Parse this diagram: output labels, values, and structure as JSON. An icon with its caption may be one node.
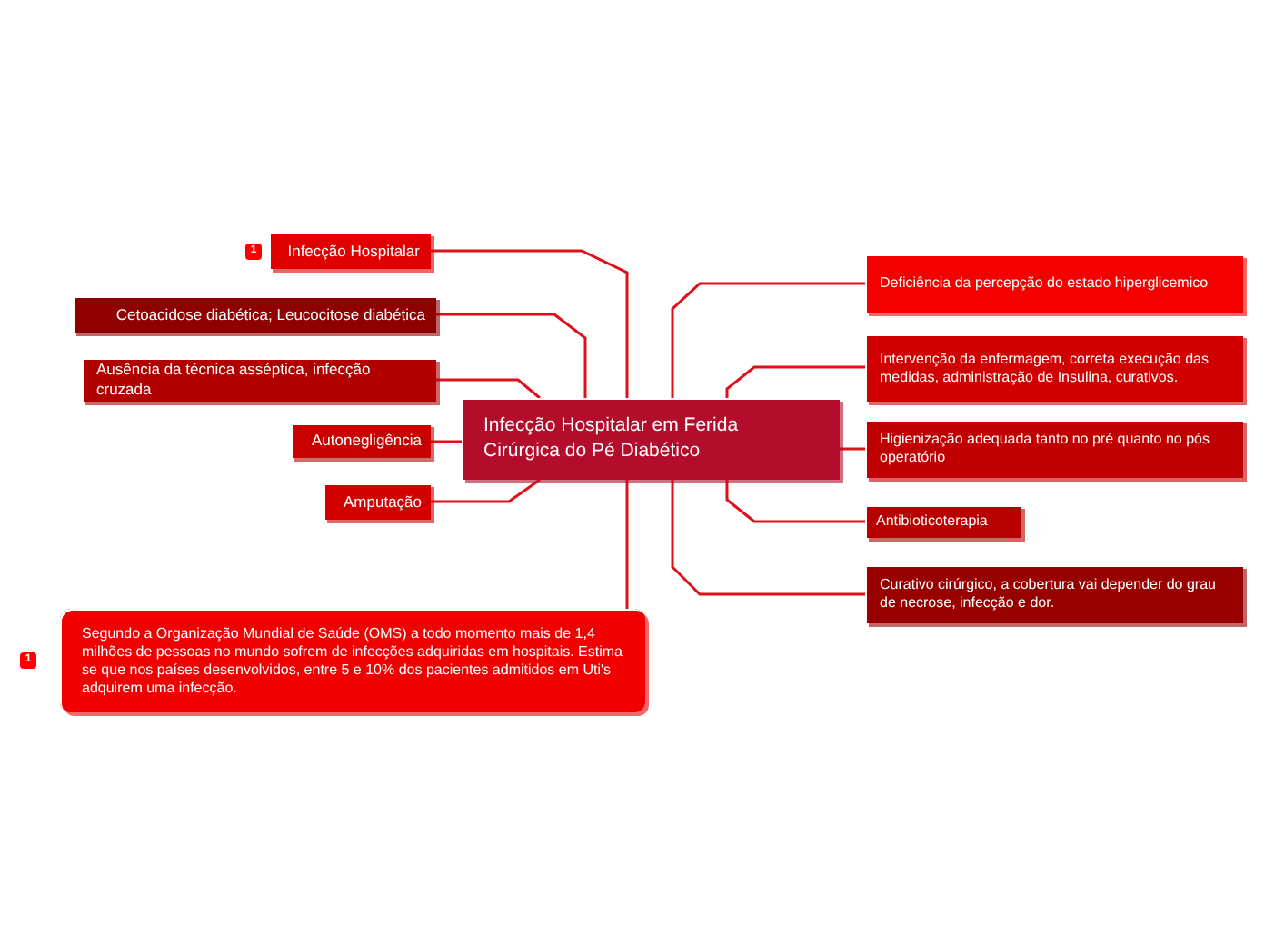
{
  "diagram": {
    "nodes": [
      {
        "text": [
          "Infecção Hospitalar em Ferida Cirúrgica do Pé Diabético"
        ]
      },
      {
        "text": [
          "Infecção Hospitalar"
        ],
        "beside": [
          "1"
        ]
      },
      {
        "text": [
          "Cetoacidose diabética; Leucocitose diabética"
        ]
      },
      {
        "text": [
          "Ausência da técnica asséptica, infecção cruzada"
        ]
      },
      {
        "text": [
          "Autonegligência"
        ]
      },
      {
        "text": [
          "Amputação"
        ]
      },
      {
        "text": [
          "Segundo a Organização Mundial de Saúde (OMS) a todo momento mais de 1,4 milhões de pessoas no mundo sofrem de infecções adquiridas em hospitais. Estima se que nos países desenvolvidos, entre 5 e 10% dos pacientes admitidos em Uti's adquirem uma infecção."
        ],
        "beside": [
          "1"
        ]
      },
      {
        "text": [
          "Deficiência da percepção do estado hiperglicemico"
        ]
      },
      {
        "text": [
          "Intervenção da enfermagem, correta execução das medidas, administração de Insulina, curativos."
        ]
      },
      {
        "text": [
          "Higienização adequada tanto no pré quanto no pós operatório"
        ]
      },
      {
        "text": [
          "Antibioticoterapia"
        ]
      },
      {
        "text": [
          "Curativo cirúrgico, a cobertura vai depender do grau de necrose, infecção e dor."
        ]
      }
    ],
    "edges": [
      {
        "from": 0,
        "to": 1,
        "arrow": "none"
      },
      {
        "from": 0,
        "to": 2,
        "arrow": "none"
      },
      {
        "from": 0,
        "to": 3,
        "arrow": "none"
      },
      {
        "from": 0,
        "to": 4,
        "arrow": "none"
      },
      {
        "from": 0,
        "to": 5,
        "arrow": "none"
      },
      {
        "from": 0,
        "to": 6,
        "arrow": "none"
      },
      {
        "from": 0,
        "to": 7,
        "arrow": "none"
      },
      {
        "from": 0,
        "to": 8,
        "arrow": "none"
      },
      {
        "from": 0,
        "to": 9,
        "arrow": "none"
      },
      {
        "from": 0,
        "to": 10,
        "arrow": "none"
      },
      {
        "from": 0,
        "to": 11,
        "arrow": "none"
      }
    ]
  }
}
